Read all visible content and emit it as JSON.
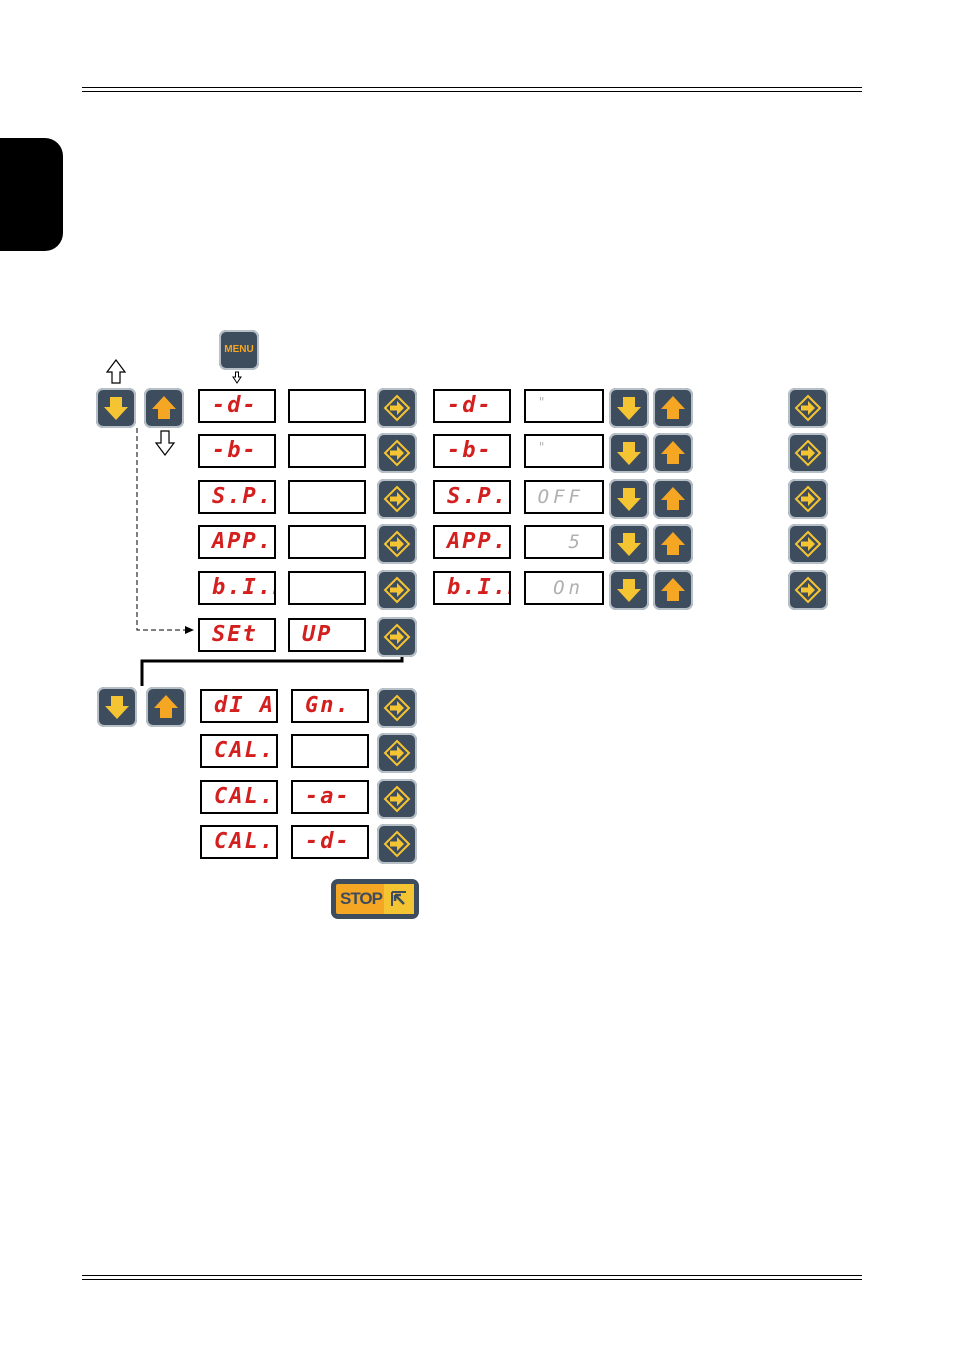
{
  "menu_button": {
    "label": "MENU"
  },
  "stop_button": {
    "label": "STOP"
  },
  "menu_rows": [
    {
      "code": "-d-",
      "value": ""
    },
    {
      "code": "-b-",
      "value": ""
    },
    {
      "code": "S.P.",
      "value": ""
    },
    {
      "code": "APP.",
      "value": ""
    },
    {
      "code": "b.I.P.",
      "value": ""
    },
    {
      "code": "SEt",
      "value": "UP"
    }
  ],
  "setting_rows": [
    {
      "code": "-d-",
      "value": "\""
    },
    {
      "code": "-b-",
      "value": "\""
    },
    {
      "code": "S.P.",
      "value": "OFF"
    },
    {
      "code": "APP.",
      "value": "5"
    },
    {
      "code": "b.I.P.",
      "value": "On"
    }
  ],
  "setup_rows": [
    {
      "code": "dI A",
      "value": "Gn."
    },
    {
      "code": "CAL.",
      "value": ""
    },
    {
      "code": "CAL.",
      "value": "-a-"
    },
    {
      "code": "CAL.",
      "value": "-d-"
    }
  ],
  "colors": {
    "button_body": "#3e4d5d",
    "arrow_yellow": "#f5c433",
    "arrow_orange": "#f5a623",
    "display_text": "#d41f1f"
  }
}
